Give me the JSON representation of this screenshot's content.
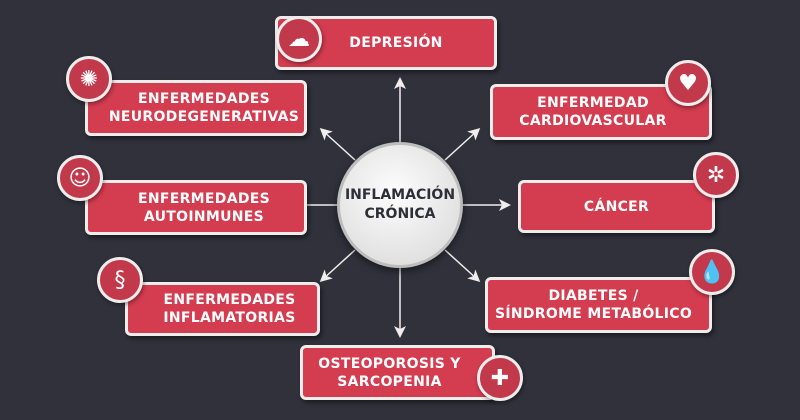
{
  "center": {
    "line1": "INFLAMACIÓN",
    "line2": "CRÓNICA"
  },
  "items": [
    {
      "line1": "DEPRESIÓN",
      "line2": "",
      "icon": "head-storm-icon"
    },
    {
      "line1": "ENFERMEDADES",
      "line2": "NEURODEGENERATIVAS",
      "icon": "brain-icon"
    },
    {
      "line1": "ENFERMEDAD",
      "line2": "CARDIOVASCULAR",
      "icon": "heart-icon"
    },
    {
      "line1": "ENFERMEDADES",
      "line2": "AUTOINMUNES",
      "icon": "body-icon"
    },
    {
      "line1": "CÁNCER",
      "line2": "",
      "icon": "cell-icon"
    },
    {
      "line1": "ENFERMEDADES",
      "line2": "INFLAMATORIAS",
      "icon": "intestine-icon"
    },
    {
      "line1": "DIABETES /",
      "line2": "SÍNDROME METABÓLICO",
      "icon": "glucose-icon"
    },
    {
      "line1": "OSTEOPOROSIS Y",
      "line2": "SARCOPENIA",
      "icon": "bone-icon"
    }
  ],
  "colors": {
    "background": "#31313c",
    "accent": "#d43c50",
    "center": "#eeeeee"
  }
}
